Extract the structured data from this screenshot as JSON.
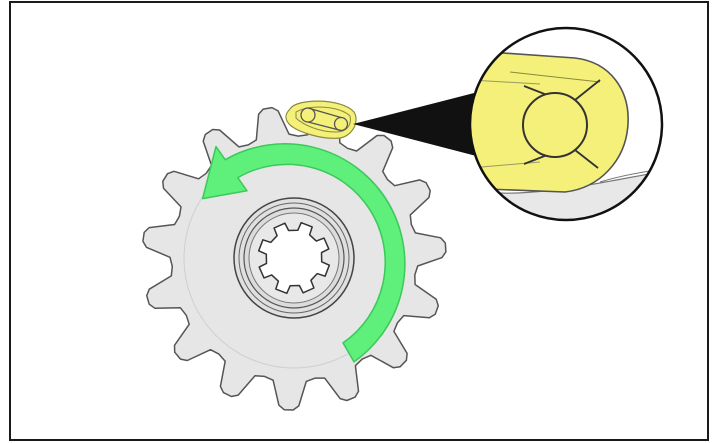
{
  "diagram": {
    "parts": [
      {
        "name": "sprocket",
        "icon": "sprocket-icon"
      },
      {
        "name": "spline-hub",
        "icon": "spline-icon"
      },
      {
        "name": "lock-washer",
        "icon": "lock-washer-icon"
      },
      {
        "name": "rotation-arrow",
        "icon": "counterclockwise-arrow-icon"
      },
      {
        "name": "detail-callout",
        "icon": "magnifier-callout-icon"
      }
    ],
    "colors": {
      "frame_border": "#1a1a1a",
      "sprocket_fill": "#e6e6e6",
      "sprocket_stroke": "#555555",
      "arrow_green": "#5ef07a",
      "arrow_stroke": "#3cc85a",
      "washer_yellow": "#f4f07a",
      "washer_stroke": "#8a8a3a",
      "callout_black": "#111111"
    }
  }
}
